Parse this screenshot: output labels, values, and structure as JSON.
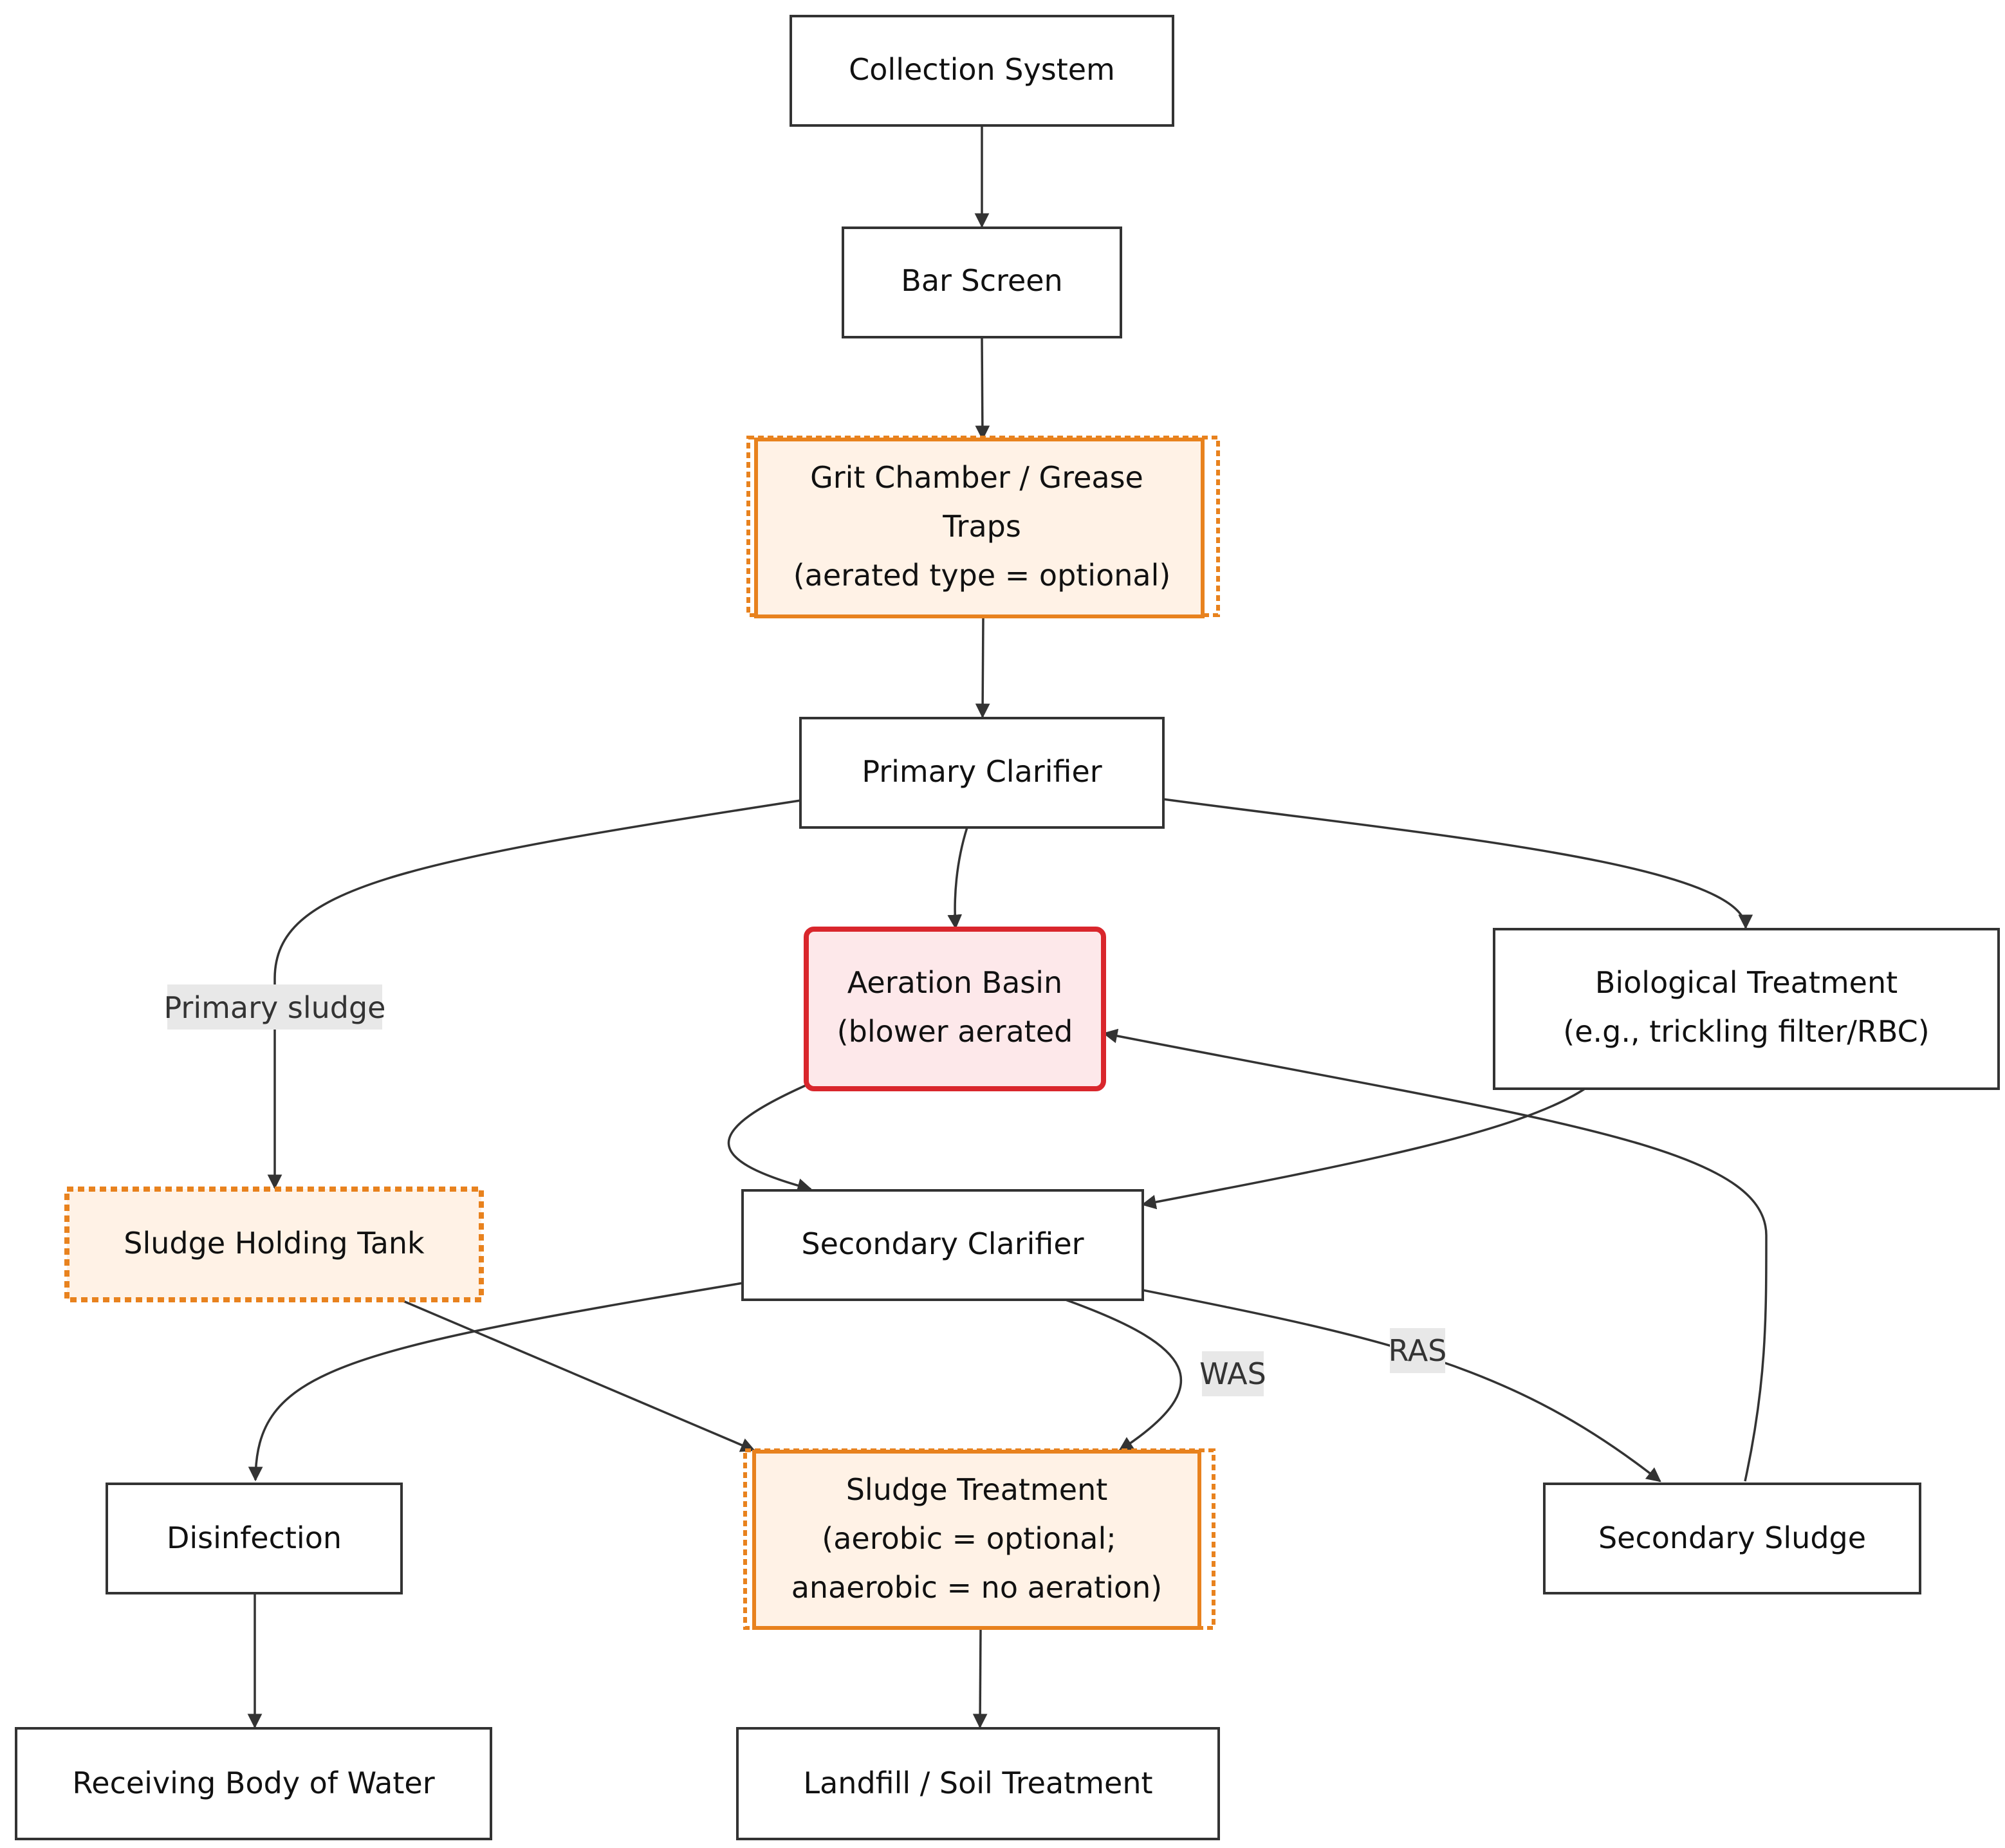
{
  "nodes": {
    "collection": {
      "lines": [
        "Collection System"
      ],
      "style": "plain"
    },
    "barscreen": {
      "lines": [
        "Bar Screen"
      ],
      "style": "plain"
    },
    "grit": {
      "lines": [
        "Grit Chamber / Grease",
        "Traps",
        "(aerated type = optional)"
      ],
      "style": "optional"
    },
    "primary": {
      "lines": [
        "Primary Clarifier"
      ],
      "style": "plain"
    },
    "aeration": {
      "lines": [
        "Aeration Basin",
        "(blower aerated"
      ],
      "style": "aerated"
    },
    "bio": {
      "lines": [
        "Biological Treatment",
        "(e.g., trickling filter/RBC)"
      ],
      "style": "plain"
    },
    "holding": {
      "lines": [
        "Sludge Holding Tank"
      ],
      "style": "holding"
    },
    "secondary": {
      "lines": [
        "Secondary Clarifier"
      ],
      "style": "plain"
    },
    "disinfection": {
      "lines": [
        "Disinfection"
      ],
      "style": "plain"
    },
    "sludgetreat": {
      "lines": [
        "Sludge Treatment",
        "(aerobic = optional;",
        "anaerobic = no aeration)"
      ],
      "style": "optional"
    },
    "secsludge": {
      "lines": [
        "Secondary Sludge"
      ],
      "style": "plain"
    },
    "receiving": {
      "lines": [
        "Receiving Body of Water"
      ],
      "style": "plain"
    },
    "landfill": {
      "lines": [
        "Landfill / Soil Treatment"
      ],
      "style": "plain"
    }
  },
  "edge_labels": {
    "primary_sludge": "Primary sludge",
    "was": "WAS",
    "ras": "RAS"
  },
  "colors": {
    "line": "#333333",
    "plain_fill": "#ffffff",
    "plain_stroke": "#333333",
    "optional_fill": "#fff2e6",
    "optional_stroke": "#e8821e",
    "aerated_fill": "#fde8ea",
    "aerated_stroke": "#d9262c",
    "label_bg": "#e8e8e8"
  }
}
